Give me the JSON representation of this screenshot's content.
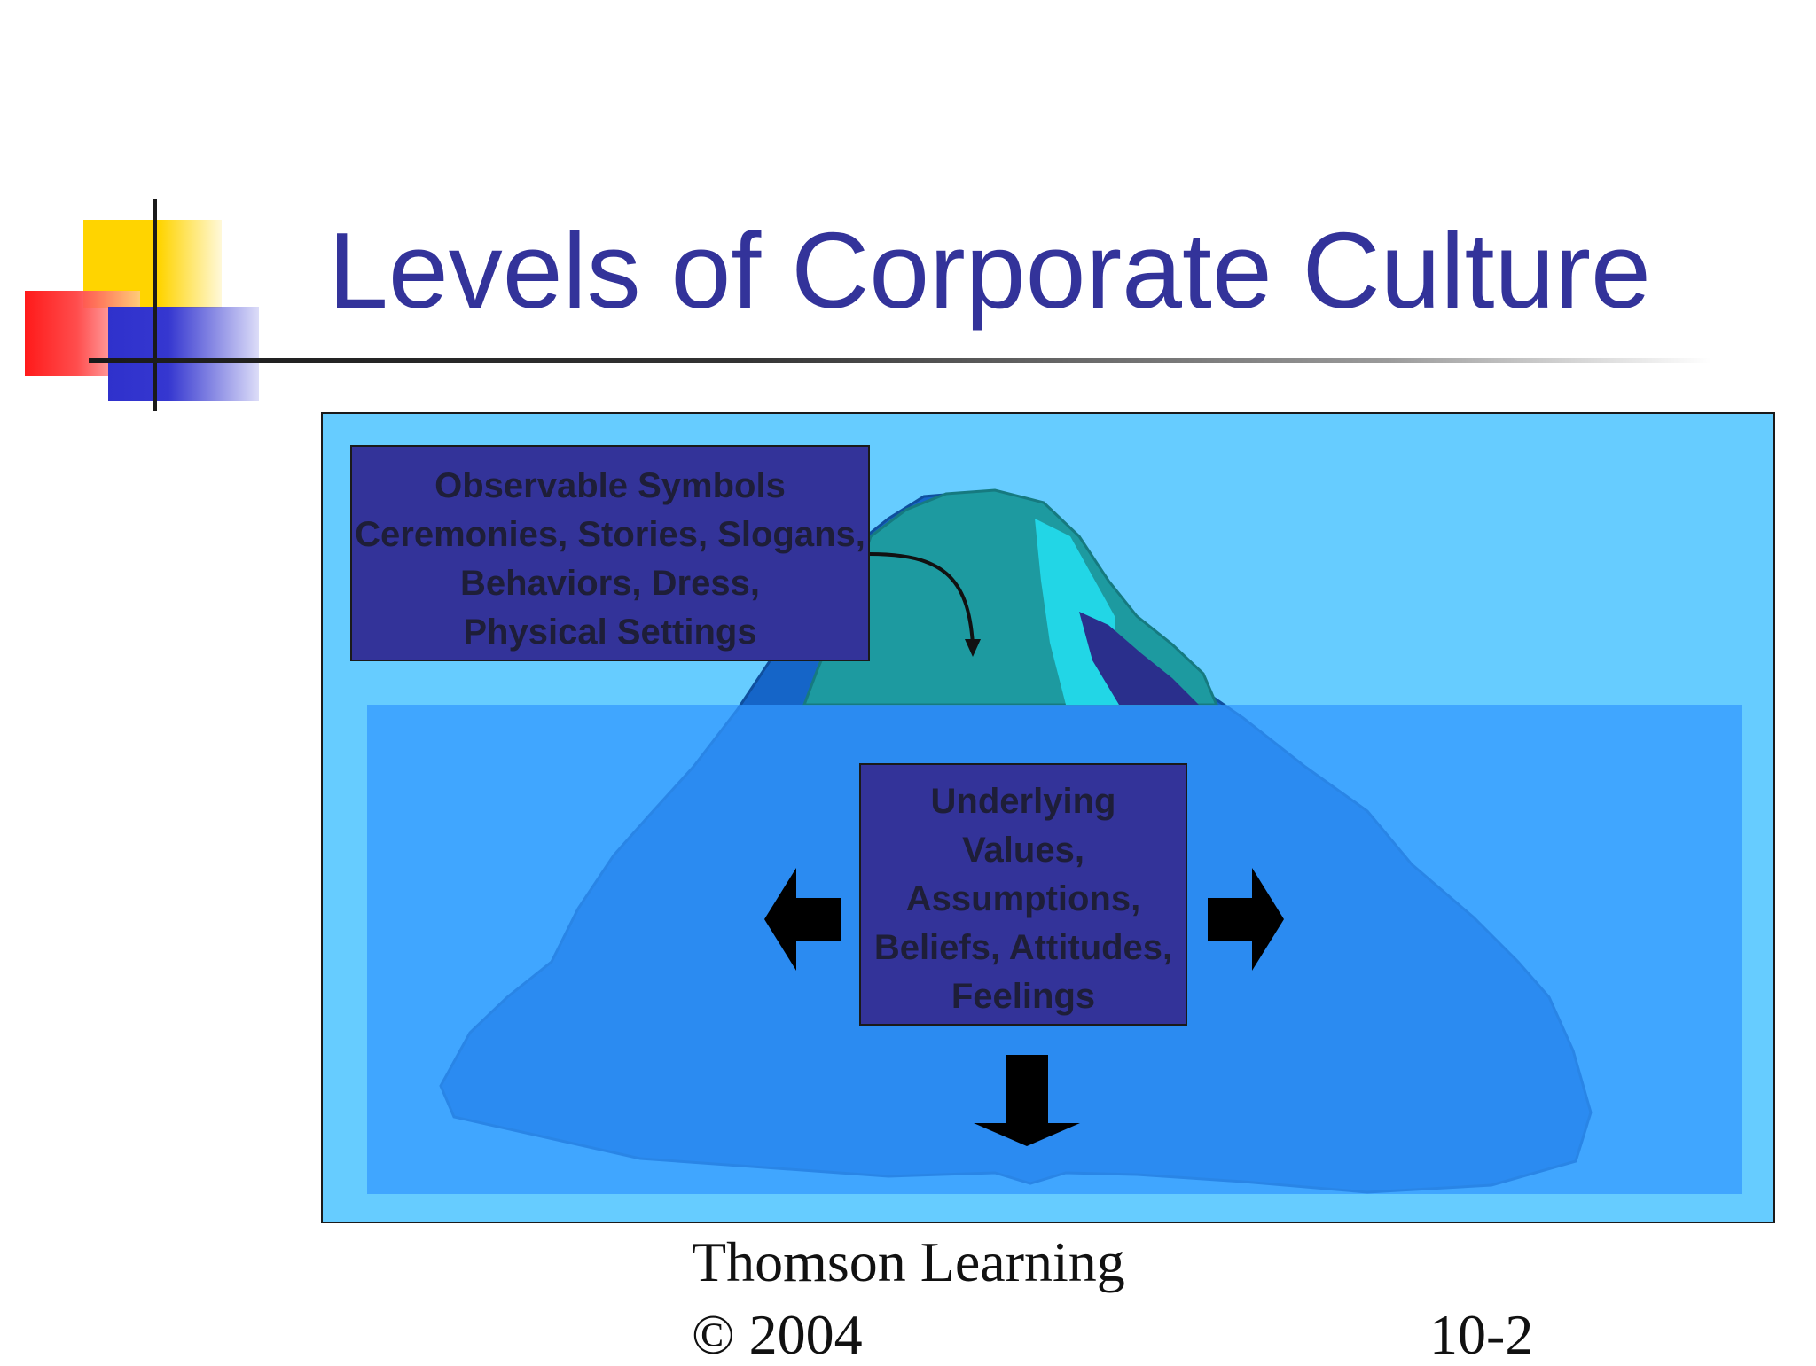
{
  "slide": {
    "title": "Levels of Corporate Culture"
  },
  "diagram": {
    "top_box": {
      "lines": [
        "Observable Symbols",
        "Ceremonies, Stories, Slogans,",
        "Behaviors, Dress,",
        "Physical Settings"
      ]
    },
    "center_box": {
      "lines": [
        "Underlying",
        "Values,",
        "Assumptions,",
        "Beliefs, Attitudes,",
        "Feelings"
      ]
    },
    "colors": {
      "sky": "#66ccff",
      "water": "#3399ff",
      "box_fill": "#333399",
      "ice_tip": "#1d9aa0",
      "ice_body": "#1565c8"
    }
  },
  "footer": {
    "organization": "Thomson Learning",
    "copyright": "© 2004",
    "page_number": "10-2"
  }
}
